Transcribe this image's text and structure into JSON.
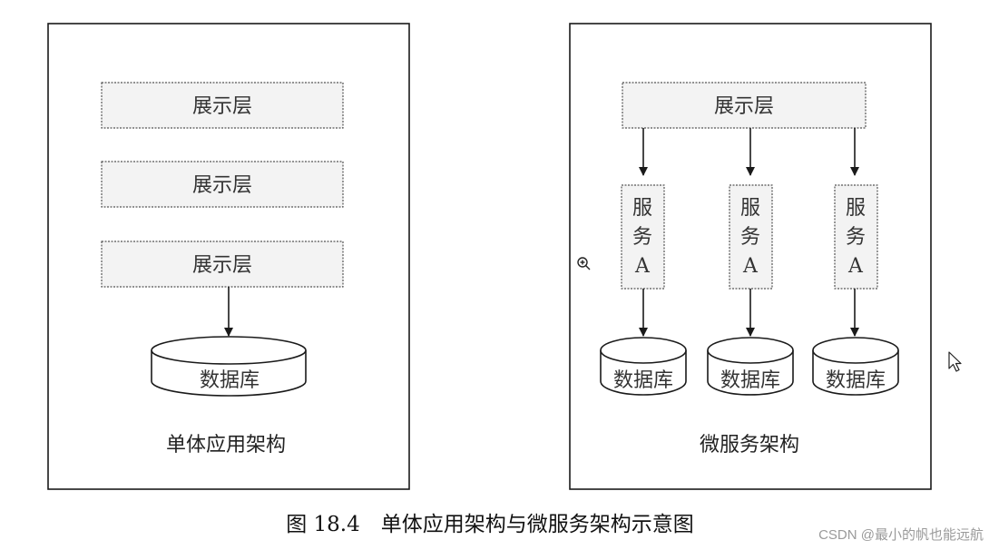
{
  "monolith": {
    "layers": [
      "展示层",
      "展示层",
      "展示层"
    ],
    "database": "数据库",
    "caption": "单体应用架构"
  },
  "microservice": {
    "presentation": "展示层",
    "services": [
      {
        "line1": "服",
        "line2": "务",
        "line3": "A"
      },
      {
        "line1": "服",
        "line2": "务",
        "line3": "A"
      },
      {
        "line1": "服",
        "line2": "务",
        "line3": "A"
      }
    ],
    "databases": [
      "数据库",
      "数据库",
      "数据库"
    ],
    "caption": "微服务架构"
  },
  "figure_caption": "图 18.4　单体应用架构与微服务架构示意图",
  "watermark": "CSDN @最小的帆也能远航",
  "icons": {
    "zoom": "zoom-in-icon",
    "cursor": "mouse-cursor-icon"
  }
}
